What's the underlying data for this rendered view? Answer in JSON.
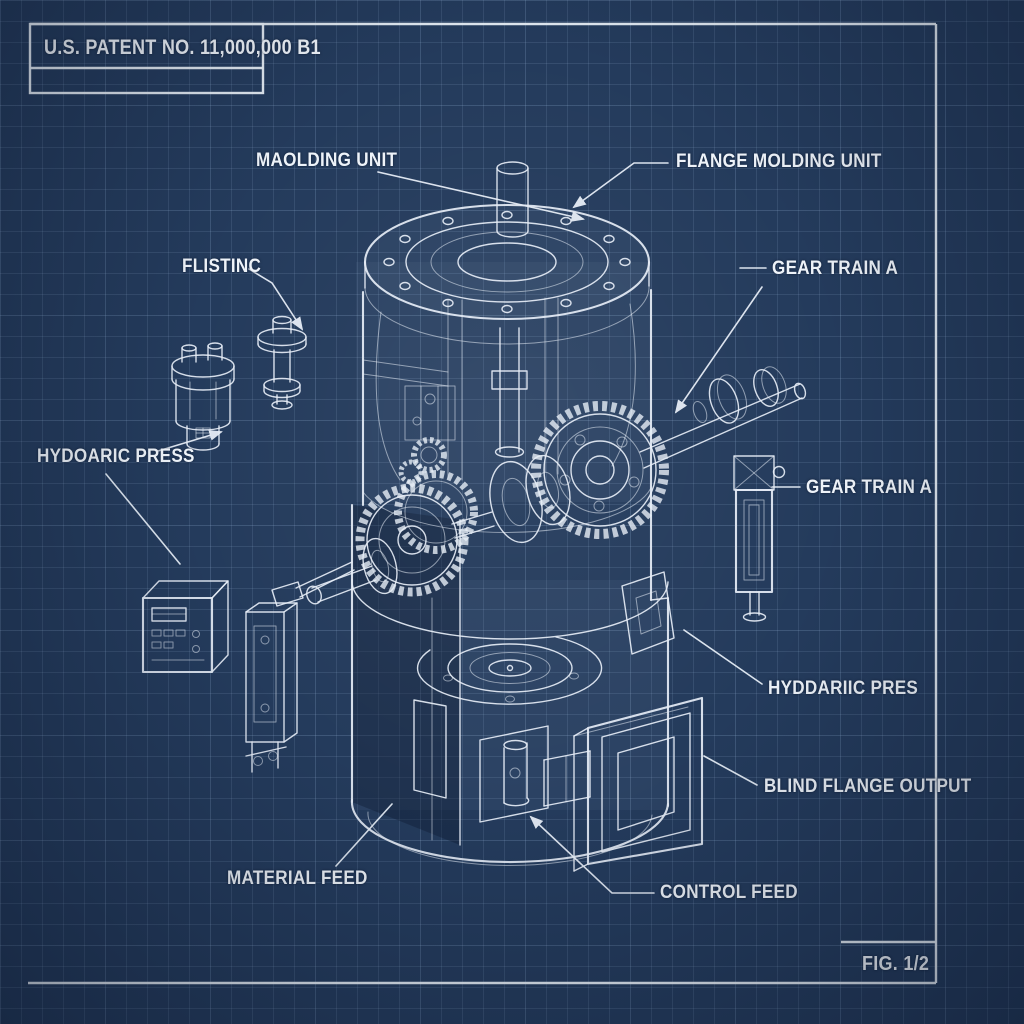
{
  "title_block": {
    "patent_number": "U.S. PATENT NO. 11,000,000 B1"
  },
  "figure_label": "FIG. 1/2",
  "labels": {
    "molding_unit": "MAOLDING UNIT",
    "flange_molding_unit": "FLANGE MOLDING UNIT",
    "flisting": "FLISTINC",
    "gear_train_a_upper": "GEAR TRAIN A",
    "hydoaric_press": "HYDOARIC PRESS",
    "gear_train_a_right": "GEAR TRAIN A",
    "hyddariic_pres": "HYDDARIIC PRES",
    "blind_flange_output": "BLIND FLANGE OUTPUT",
    "material_feed": "MATERIAL FEED",
    "control_feed": "CONTROL FEED"
  },
  "colors": {
    "background": "#243b5c",
    "grid": "#5b7ca3",
    "line": "#e6edf6",
    "frame": "#e9f0f8",
    "text": "#eef3f9"
  }
}
